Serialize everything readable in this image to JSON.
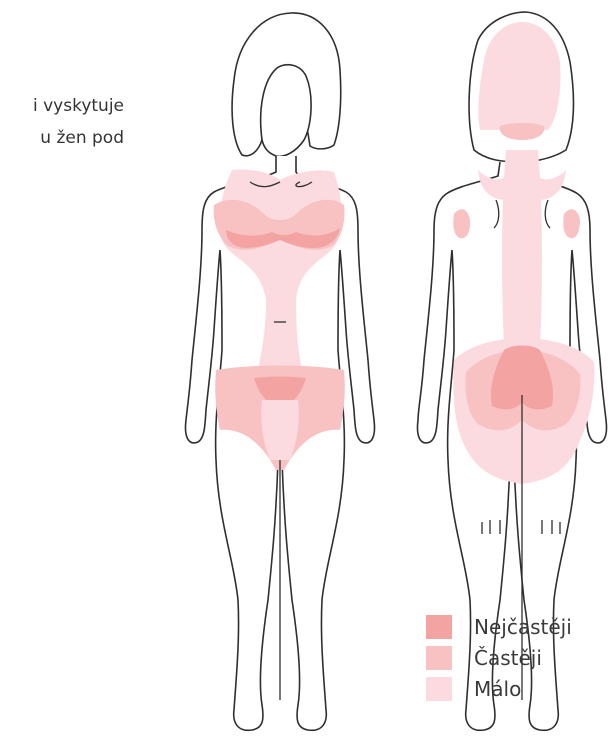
{
  "intro": {
    "line1": "i vyskytuje",
    "line2": "u žen pod"
  },
  "legend": [
    {
      "label": "Nejčastěji",
      "color": "#f4a3a3"
    },
    {
      "label": "Častěji",
      "color": "#f8c2c2"
    },
    {
      "label": "Málo",
      "color": "#fbdbe0"
    }
  ],
  "colors": {
    "outline": "#2f2f2f",
    "most": "#f4a3a3",
    "more": "#f8c2c2",
    "less": "#fbdbe0"
  }
}
